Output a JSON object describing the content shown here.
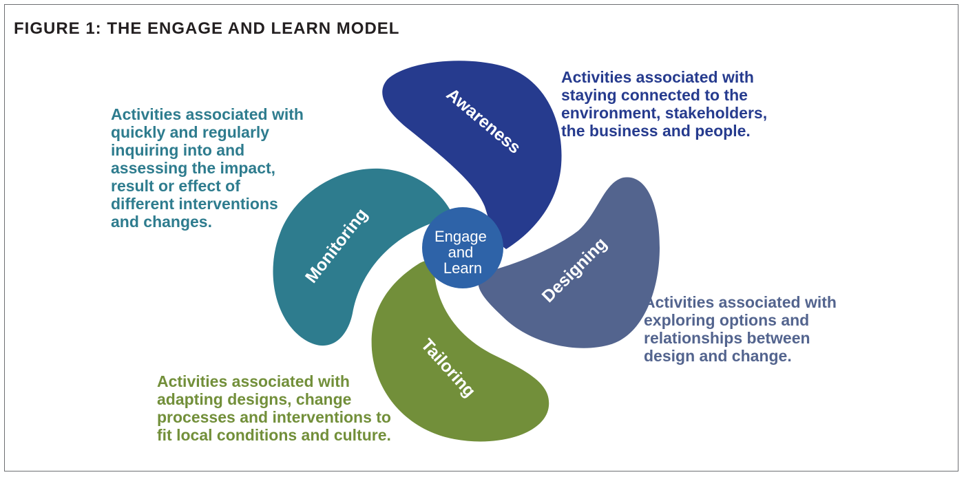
{
  "figure": {
    "title": "FIGURE 1: THE ENGAGE AND LEARN MODEL"
  },
  "hub": {
    "lines": [
      "Engage",
      "and",
      "Learn"
    ],
    "color": "#2e63a8"
  },
  "petals": [
    {
      "key": "awareness",
      "label": "Awareness",
      "color": "#263b8e",
      "description": "Activities associated with\nstaying connected to the\nenvironment, stakeholders,\nthe business and people."
    },
    {
      "key": "designing",
      "label": "Designing",
      "color": "#53648e",
      "description": "Activities associated with\nexploring options and\nrelationships between\ndesign and change."
    },
    {
      "key": "tailoring",
      "label": "Tailoring",
      "color": "#728f3a",
      "description": "Activities associated with\nadapting designs, change\nprocesses and interventions to\nfit local conditions and culture."
    },
    {
      "key": "monitoring",
      "label": "Monitoring",
      "color": "#2e7c8e",
      "description": "Activities associated with\nquickly and regularly\ninquiring into and\nassessing the impact,\nresult or effect of\ndifferent interventions\nand changes."
    }
  ]
}
